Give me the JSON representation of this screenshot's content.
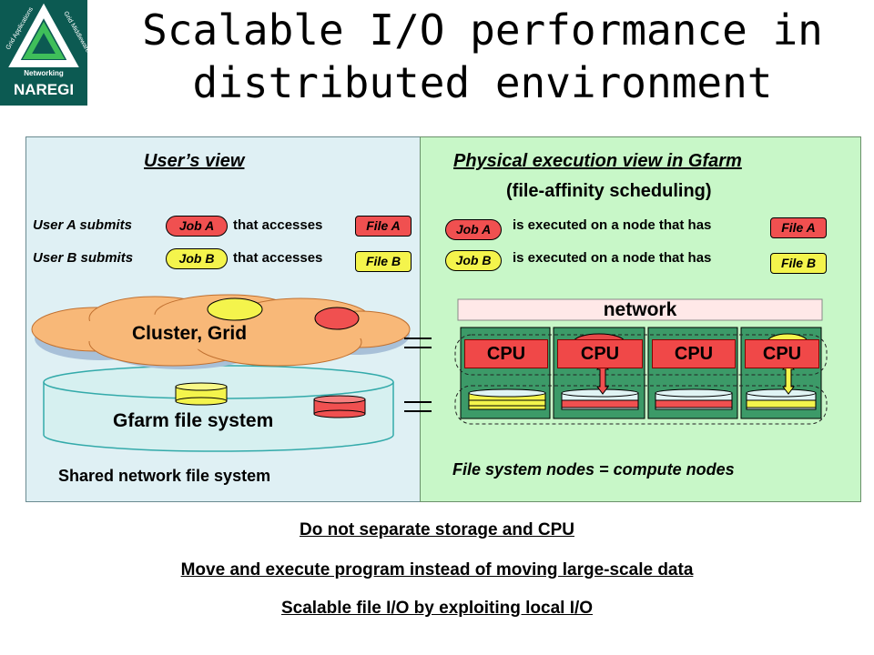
{
  "logo": {
    "arc_left": "Grid Applications",
    "arc_right": "Grid Middleware",
    "networking": "Networking",
    "name": "NAREGI",
    "bg_color": "#0c5a52"
  },
  "title": {
    "line1": "Scalable I/O performance in",
    "line2": "distributed environment"
  },
  "users_view": {
    "heading": "User’s view",
    "user_a_submits": "User A submits",
    "user_b_submits": "User B submits",
    "that_accesses": "that accesses",
    "job_a": "Job A",
    "job_b": "Job B",
    "file_a": "File A",
    "file_b": "File B",
    "cluster_label": "Cluster, Grid",
    "gfarm_label": "Gfarm file system",
    "shared_label": "Shared network file system"
  },
  "physical_view": {
    "heading": "Physical execution view in Gfarm",
    "subheading": "(file-affinity scheduling)",
    "job_a": "Job A",
    "job_b": "Job B",
    "executed_text": "is executed on a node that has",
    "file_a": "File A",
    "file_b": "File B",
    "network_label": "network",
    "cpu_labels": [
      "CPU",
      "CPU",
      "CPU",
      "CPU"
    ],
    "footer": "File system nodes = compute nodes"
  },
  "equals": "=",
  "bottom_lines": [
    "Do not separate storage and CPU",
    "Move and execute program instead of moving large-scale data",
    "Scalable file I/O by exploiting local I/O"
  ],
  "colors": {
    "red": "#f05050",
    "yellow": "#f4f44c",
    "cloud": "#f8b878",
    "left_bg": "#dff0f4",
    "right_bg": "#c8f7c8",
    "node_bg": "#3c9a68"
  }
}
